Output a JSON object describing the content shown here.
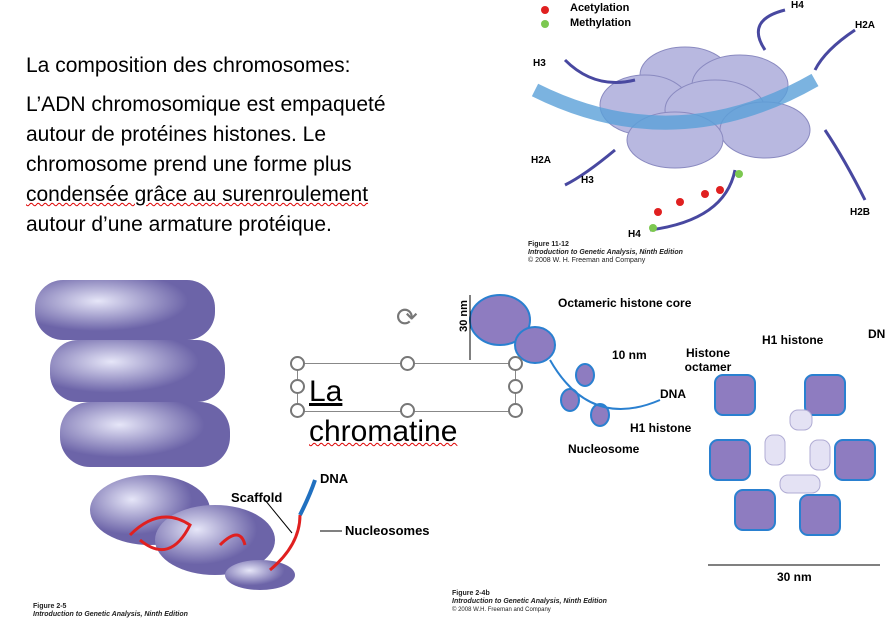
{
  "slide": {
    "title": "La composition des chromosomes:",
    "body_lines": [
      "L’ADN chromosomique est empaqueté",
      "autour de protéines histones. Le",
      "chromosome prend une forme plus",
      "condensée grâce au surenroulement",
      "autour d’une armature protéique."
    ],
    "selected_textbox": {
      "line1": "La",
      "line2": "chromatine"
    }
  },
  "fig_11_12": {
    "legend": [
      "Acetylation",
      "Methylation"
    ],
    "labels": [
      "H4",
      "H2A",
      "H3",
      "H2A",
      "H3",
      "H2B",
      "H4"
    ],
    "caption": [
      "Figure 11-12",
      "Introduction to Genetic Analysis, Ninth Edition",
      "© 2008 W. H. Freeman and Company"
    ],
    "colors": {
      "acetylation": "#e02020",
      "methylation": "#7cc850"
    }
  },
  "fig_2_5": {
    "labels": [
      "DNA",
      "Scaffold",
      "Nucleosomes"
    ],
    "caption": [
      "Figure 2-5",
      "Introduction to Genetic Analysis, Ninth Edition"
    ]
  },
  "fig_2_4b": {
    "labels": [
      "30 nm",
      "Octameric histone core",
      "10 nm",
      "DNA",
      "H1 histone",
      "Nucleosome",
      "H1 histone",
      "Histone octamer",
      "DNA",
      "30 nm"
    ],
    "caption": [
      "Figure 2-4b",
      "Introduction to Genetic Analysis, Ninth Edition",
      "© 2008 W.H. Freeman and Company"
    ]
  }
}
